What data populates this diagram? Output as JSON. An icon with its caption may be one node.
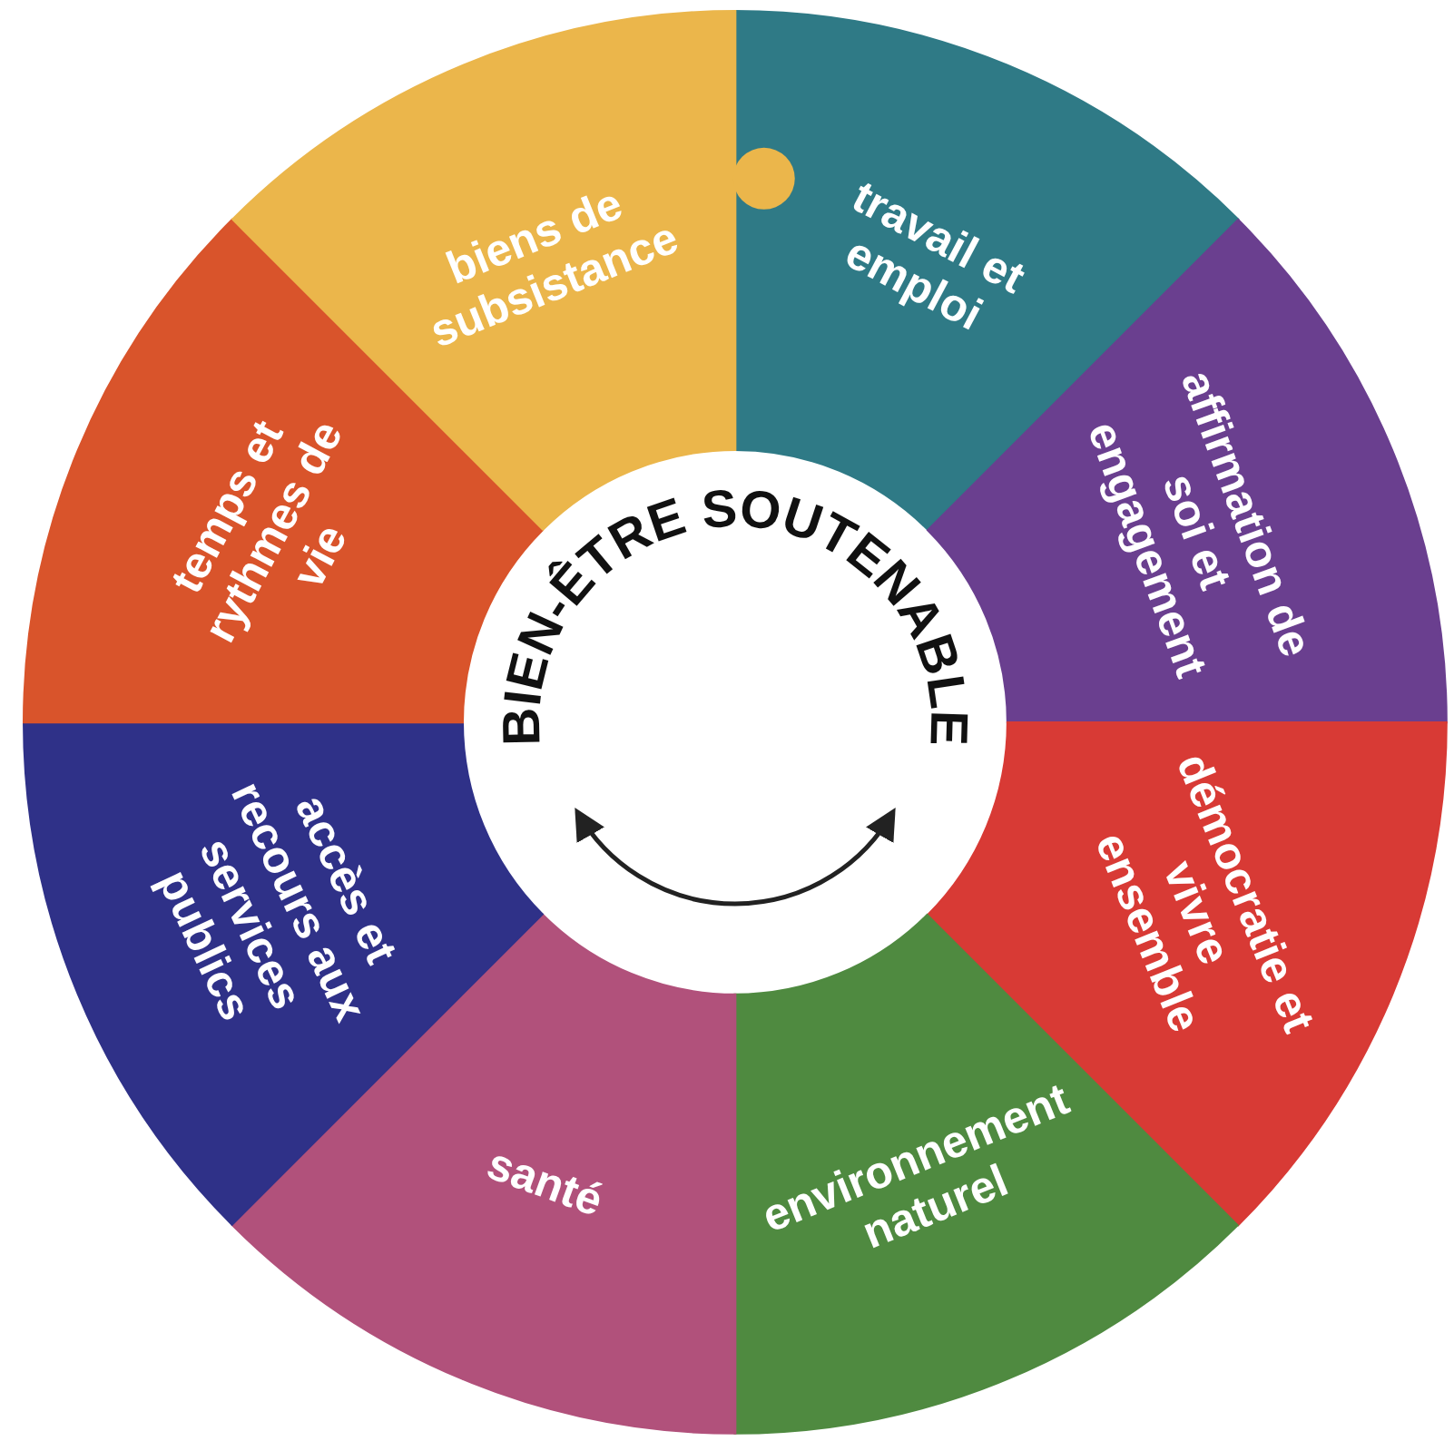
{
  "diagram": {
    "nodes": [
      {
        "text": [
          "BIEN-ÊTRE SOUTENABLE"
        ]
      },
      {
        "text": [
          "travail et emploi"
        ]
      },
      {
        "text": [
          "affirmation de soi et engagement"
        ]
      },
      {
        "text": [
          "démocratie et vivre ensemble"
        ]
      },
      {
        "text": [
          "environnement naturel"
        ]
      },
      {
        "text": [
          "santé"
        ]
      },
      {
        "text": [
          "accès et recours aux services publics"
        ]
      },
      {
        "text": [
          "temps et rythmes de vie"
        ]
      },
      {
        "text": [
          "biens de subsistance"
        ]
      }
    ]
  }
}
